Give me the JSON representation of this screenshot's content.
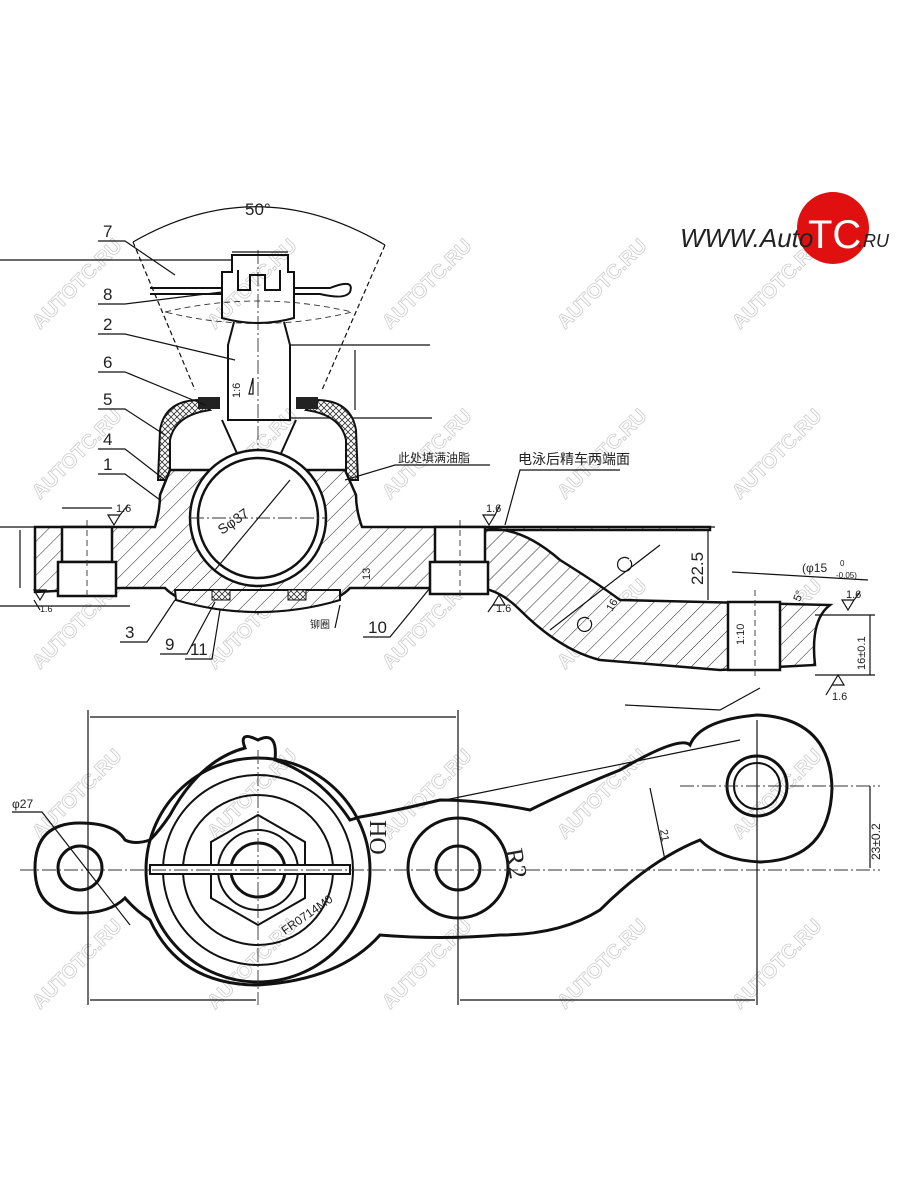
{
  "logo": {
    "prefix": "WWW.Auto",
    "badge": "TC",
    "suffix": ".RU",
    "badge_color": "#e01010"
  },
  "watermark": "AUTOTC.RU",
  "section_view": {
    "angle_label": "50°",
    "part_numbers": [
      "7",
      "8",
      "2",
      "6",
      "5",
      "4",
      "1",
      "3",
      "9",
      "11",
      "10"
    ],
    "roughness": "1.6",
    "taper_label": "1:6",
    "ball_label": "Sφ37",
    "dim_13": "13",
    "dim_22_5": "22.5",
    "dim_16": "16",
    "bore_label": "(φ15",
    "bore_tol_upper": "0",
    "bore_tol_lower": "-0.05)",
    "angle_5": "5°",
    "dim_16_tol": "16±0.1",
    "taper_right": "1:10",
    "note_grease": "此处填满油脂",
    "note_machining": "电泳后精车两端面",
    "note_rivet": "铆圈"
  },
  "plan_view": {
    "dia_label": "φ27",
    "dim_23": "23±0.2",
    "dim_21": "21",
    "radius_label": "R2",
    "mark_ho": "HO",
    "part_code": "FR0714M0"
  }
}
